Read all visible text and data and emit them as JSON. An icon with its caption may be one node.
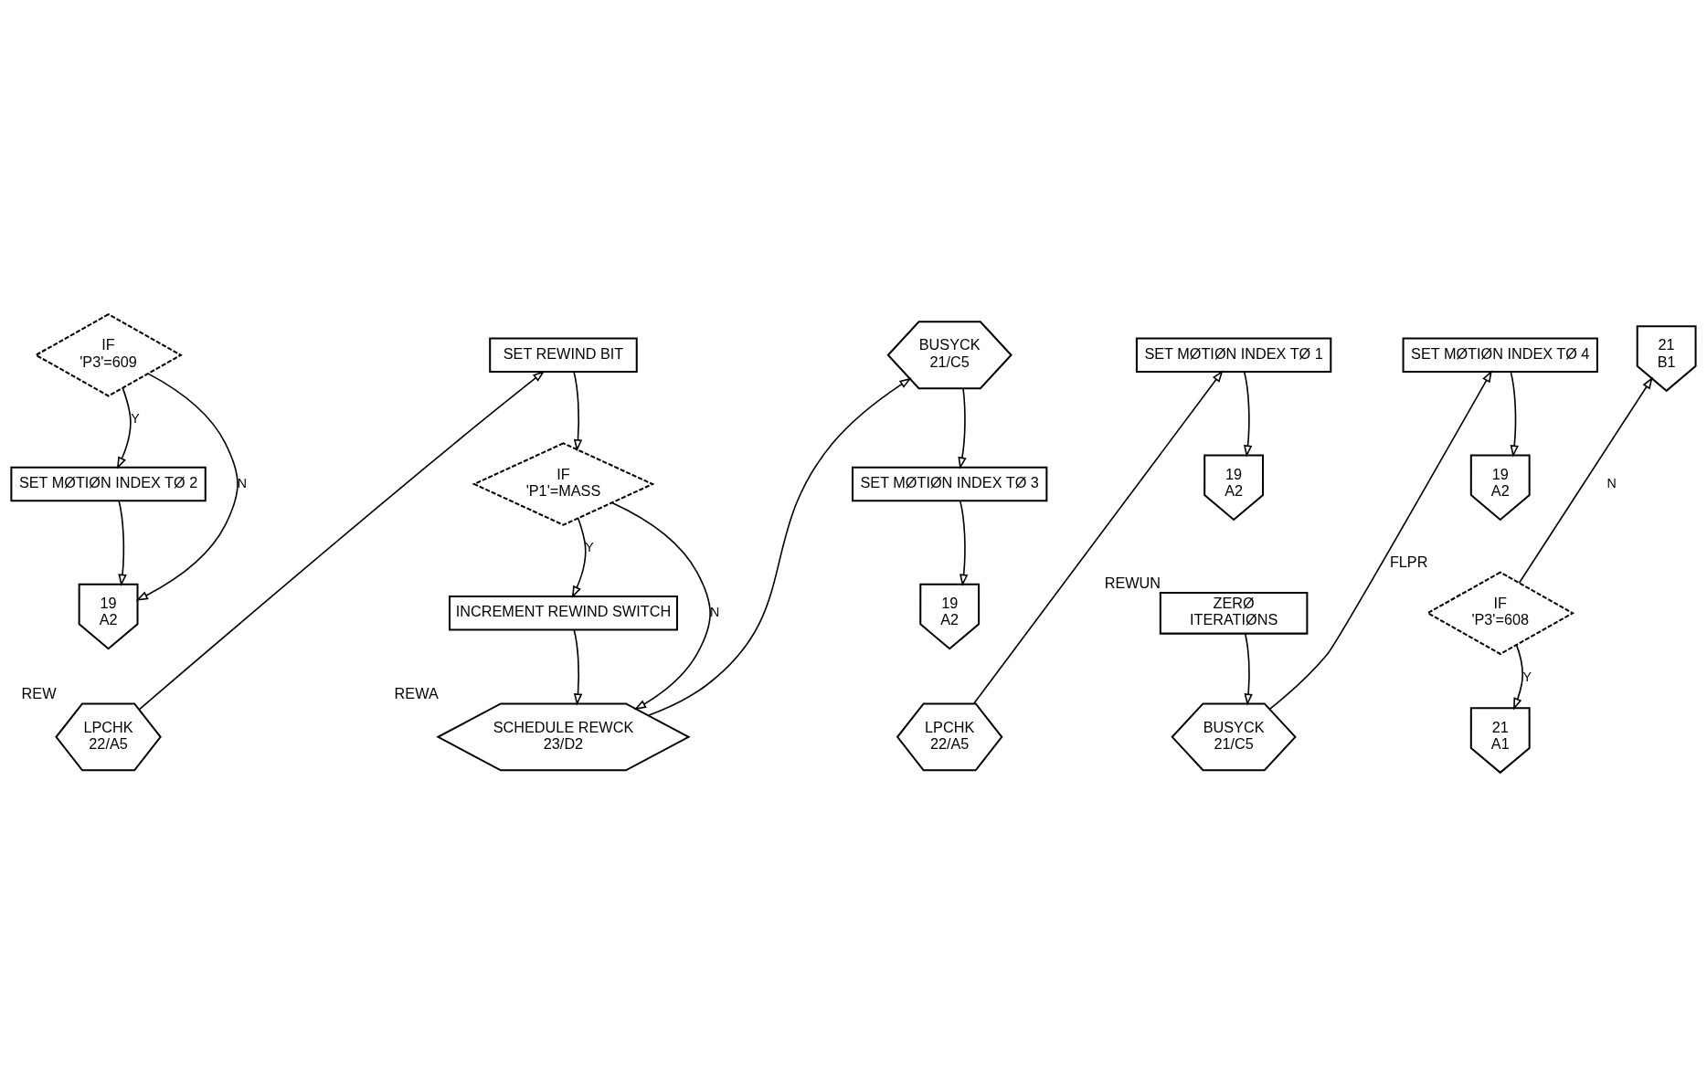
{
  "diagram": {
    "nodes": [
      {
        "text": [
          "IF",
          "'P3'=609"
        ]
      },
      {
        "text": [
          "SET MØTIØN INDEX TØ 2"
        ]
      },
      {
        "text": [
          "19",
          "A2"
        ]
      },
      {
        "text": [
          "LPCHK",
          "22/A5"
        ],
        "beside": [
          "REW"
        ]
      },
      {
        "text": [
          "SET REWIND BIT"
        ]
      },
      {
        "text": [
          "IF",
          "'P1'=MASS"
        ]
      },
      {
        "text": [
          "INCREMENT REWIND SWITCH"
        ]
      },
      {
        "text": [
          "SCHEDULE REWCK",
          "23/D2"
        ],
        "beside": [
          "REWA"
        ]
      },
      {
        "text": [
          "BUSYCK",
          "21/C5"
        ]
      },
      {
        "text": [
          "SET MØTIØN INDEX TØ 3"
        ]
      },
      {
        "text": [
          "19",
          "A2"
        ]
      },
      {
        "text": [
          "LPCHK",
          "22/A5"
        ]
      },
      {
        "text": [
          "SET MØTIØN INDEX TØ 1"
        ]
      },
      {
        "text": [
          "19",
          "A2"
        ]
      },
      {
        "text": [
          "ZERØ",
          "ITERATIØNS"
        ],
        "beside": [
          "REWUN"
        ]
      },
      {
        "text": [
          "BUSYCK",
          "21/C5"
        ]
      },
      {
        "text": [
          "SET MØTIØN INDEX TØ 4"
        ]
      },
      {
        "text": [
          "19",
          "A2"
        ]
      },
      {
        "text": [
          "IF",
          "'P3'=608"
        ],
        "beside": [
          "FLPR"
        ]
      },
      {
        "text": [
          "21",
          "A1"
        ]
      },
      {
        "text": [
          "21",
          "B1"
        ]
      }
    ],
    "edges": [
      {
        "from": 0,
        "to": 1,
        "arrow": "to",
        "label": "Y"
      },
      {
        "from": 0,
        "to": 2,
        "arrow": "to",
        "label": "N"
      },
      {
        "from": 1,
        "to": 2,
        "arrow": "to"
      },
      {
        "from": 3,
        "to": 4,
        "arrow": "to"
      },
      {
        "from": 4,
        "to": 5,
        "arrow": "to"
      },
      {
        "from": 5,
        "to": 6,
        "arrow": "to",
        "label": "Y"
      },
      {
        "from": 5,
        "to": 7,
        "arrow": "to",
        "label": "N"
      },
      {
        "from": 6,
        "to": 7,
        "arrow": "to"
      },
      {
        "from": 7,
        "to": 8,
        "arrow": "to"
      },
      {
        "from": 8,
        "to": 9,
        "arrow": "to"
      },
      {
        "from": 9,
        "to": 10,
        "arrow": "to"
      },
      {
        "from": 11,
        "to": 12,
        "arrow": "to"
      },
      {
        "from": 12,
        "to": 13,
        "arrow": "to"
      },
      {
        "from": 14,
        "to": 15,
        "arrow": "to"
      },
      {
        "from": 15,
        "to": 16,
        "arrow": "to"
      },
      {
        "from": 16,
        "to": 17,
        "arrow": "to"
      },
      {
        "from": 18,
        "to": 19,
        "arrow": "to",
        "label": "Y"
      },
      {
        "from": 18,
        "to": 20,
        "arrow": "to",
        "label": "N"
      }
    ]
  }
}
